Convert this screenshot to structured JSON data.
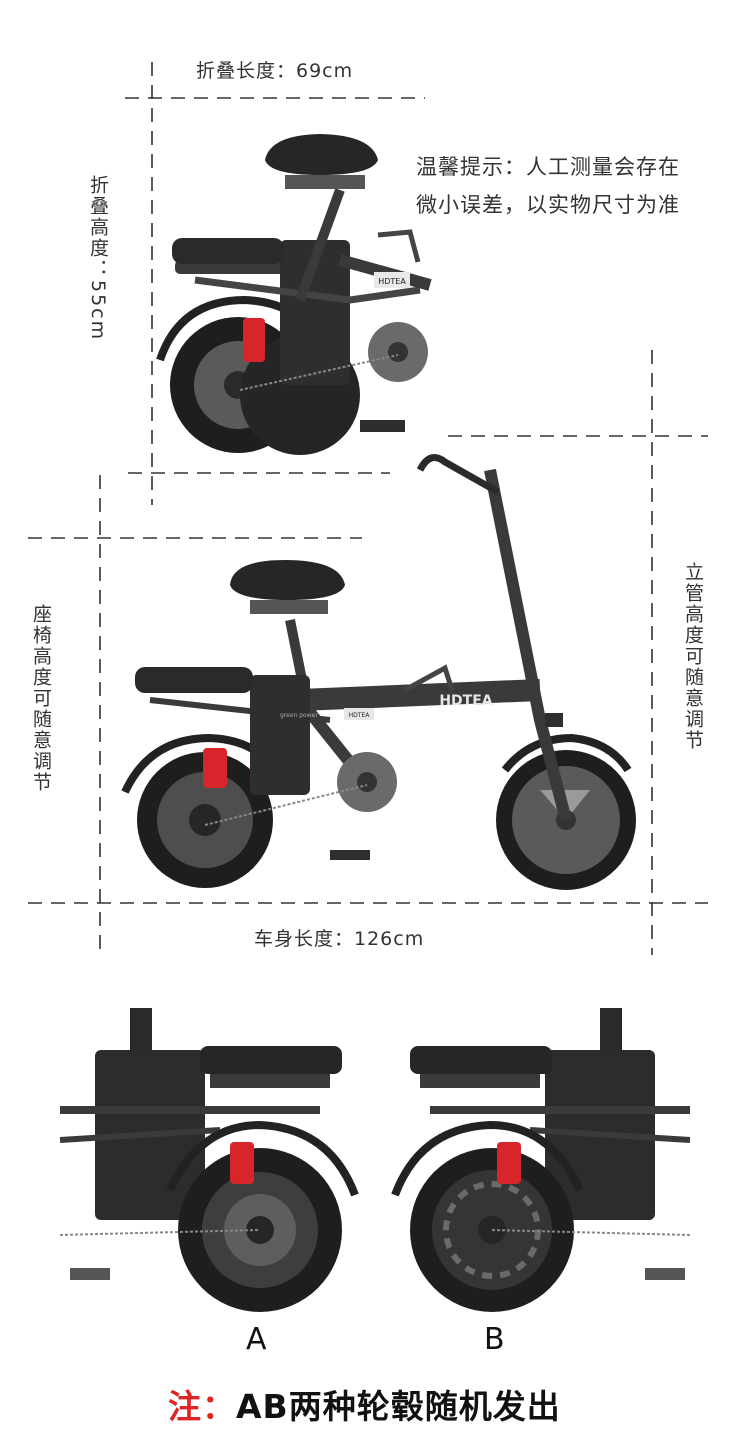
{
  "dimensions": {
    "folded_length": "折叠长度：69cm",
    "folded_height": "折叠高度：55cm",
    "seat_height": "座椅高度可随意调节",
    "stem_height": "立管高度可随意调节",
    "body_length": "车身长度：126cm"
  },
  "tip": {
    "line1": "温馨提示：人工测量会存在",
    "line2": "微小误差，以实物尺寸为准"
  },
  "brand": {
    "frame_logo": "HDTEA",
    "small_logo": "HDTEA",
    "decal": "green power"
  },
  "variants": {
    "a_label": "A",
    "b_label": "B"
  },
  "note": {
    "prefix": "注：",
    "text": "AB两种轮毂随机发出"
  },
  "colors": {
    "frame": "#3a3a3a",
    "tire": "#1e1e1e",
    "spring": "#d8252b",
    "note_red": "#e02424",
    "guide": "#333333"
  }
}
